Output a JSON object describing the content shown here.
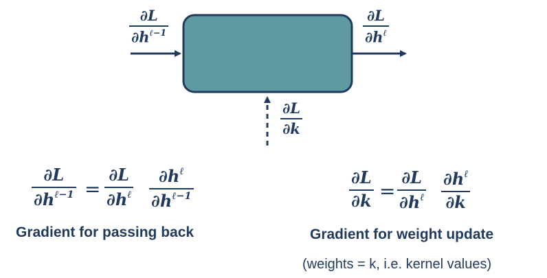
{
  "diagram": {
    "box_color": "#5f9aa2",
    "box_border_color": "#1f3a5c",
    "input_grad": {
      "numerator": "∂L",
      "denominator_base": "∂h",
      "denominator_sup": "ℓ−1"
    },
    "output_grad": {
      "numerator": "∂L",
      "denominator_base": "∂h",
      "denominator_sup": "ℓ"
    },
    "kernel_grad": {
      "numerator": "∂L",
      "denominator": "∂k"
    }
  },
  "equations": {
    "passing_back": {
      "lhs": {
        "numerator": "∂L",
        "denominator_base": "∂h",
        "denominator_sup": "ℓ−1"
      },
      "equals": "=",
      "term1": {
        "numerator": "∂L",
        "denominator_base": "∂h",
        "denominator_sup": "ℓ"
      },
      "term2": {
        "numerator_base": "∂h",
        "numerator_sup": "ℓ",
        "denominator_base": "∂h",
        "denominator_sup": "ℓ−1"
      }
    },
    "weight_update": {
      "lhs": {
        "numerator": "∂L",
        "denominator": "∂k"
      },
      "equals": "=",
      "term1": {
        "numerator": "∂L",
        "denominator_base": "∂h",
        "denominator_sup": "ℓ"
      },
      "term2": {
        "numerator_base": "∂h",
        "numerator_sup": "ℓ",
        "denominator": "∂k"
      }
    }
  },
  "captions": {
    "passing_back": "Gradient for passing back",
    "weight_update": "Gradient for weight update",
    "weights_note": "(weights = k, i.e. kernel values)"
  }
}
